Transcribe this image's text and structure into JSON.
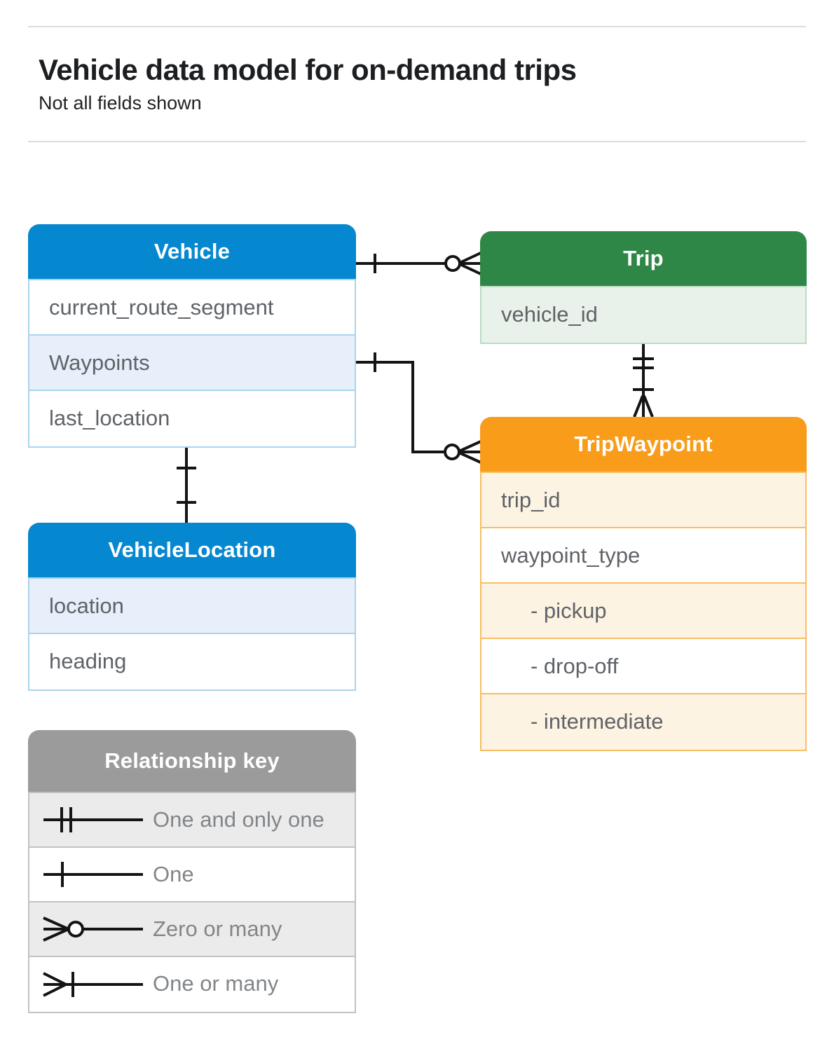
{
  "page": {
    "title": "Vehicle data model for on-demand trips",
    "subtitle": "Not all fields shown"
  },
  "colors": {
    "blue": "#0688D0",
    "blue_light": "#E6EFFA",
    "blue_border": "#AAD4F0",
    "green": "#2E8747",
    "green_light": "#E8F2EA",
    "green_border": "#BADCC2",
    "orange": "#F99C1A",
    "orange_light": "#FDF3E2",
    "orange_border": "#F7BE62",
    "gray": "#9B9B9B",
    "gray_light": "#EBEBEB",
    "gray_border": "#C2C2C2",
    "text_dark": "#5F6368",
    "legend_text": "#828689",
    "connector": "#141414"
  },
  "entities": {
    "vehicle": {
      "title": "Vehicle",
      "rows": [
        {
          "text": "current_route_segment"
        },
        {
          "text": "Waypoints",
          "shaded": true
        },
        {
          "text": "last_location"
        }
      ]
    },
    "trip": {
      "title": "Trip",
      "rows": [
        {
          "text": "vehicle_id",
          "shaded": true
        }
      ]
    },
    "trip_waypoint": {
      "title": "TripWaypoint",
      "rows": [
        {
          "text": "trip_id",
          "shaded": true
        },
        {
          "text": "waypoint_type"
        },
        {
          "text": "- pickup",
          "shaded": true,
          "indented": true
        },
        {
          "text": "- drop-off",
          "indented": true
        },
        {
          "text": "- intermediate",
          "shaded": true,
          "indented": true
        }
      ]
    },
    "vehicle_location": {
      "title": "VehicleLocation",
      "rows": [
        {
          "text": "location",
          "shaded": true
        },
        {
          "text": "heading"
        }
      ]
    }
  },
  "legend": {
    "title": "Relationship key",
    "items": [
      {
        "symbol": "one-and-only-one",
        "label": "One and only one",
        "shaded": true
      },
      {
        "symbol": "one",
        "label": "One"
      },
      {
        "symbol": "zero-or-many",
        "label": "Zero or many",
        "shaded": true
      },
      {
        "symbol": "one-or-many",
        "label": "One or many"
      }
    ]
  },
  "connectors": [
    {
      "from": "Vehicle",
      "to": "Trip",
      "from_end": "one",
      "to_end": "zero-or-many"
    },
    {
      "from": "Vehicle.Waypoints",
      "to": "TripWaypoint",
      "from_end": "one",
      "to_end": "zero-or-many"
    },
    {
      "from": "Trip",
      "to": "TripWaypoint",
      "from_end": "one-and-only-one",
      "to_end": "one-or-many"
    },
    {
      "from": "Vehicle",
      "to": "VehicleLocation",
      "from_end": "one",
      "to_end": "one"
    }
  ]
}
